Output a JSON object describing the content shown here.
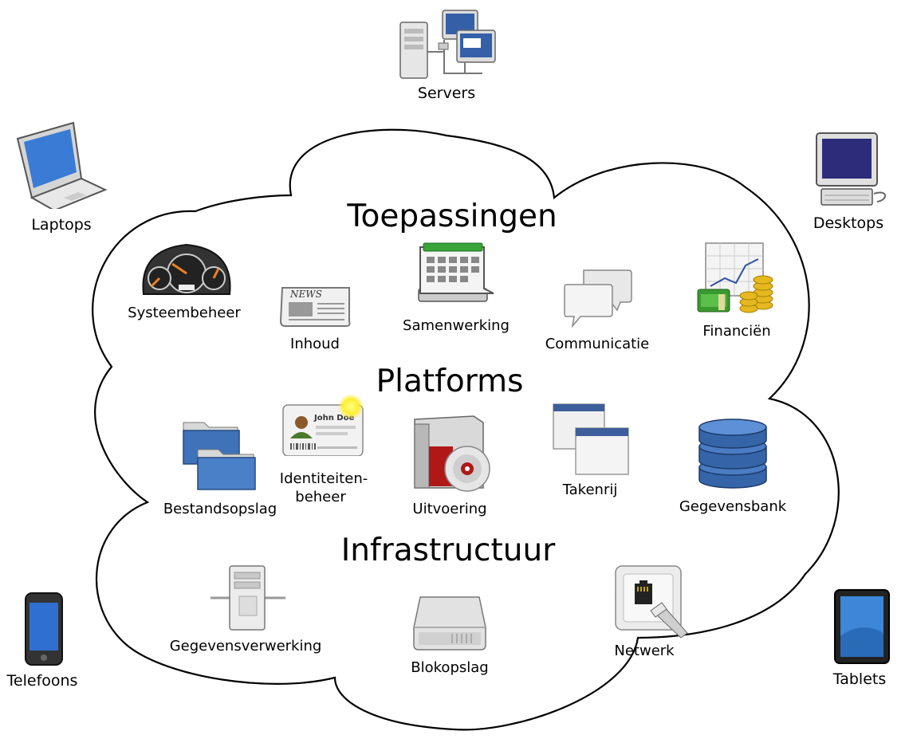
{
  "devices": {
    "servers": "Servers",
    "laptops": "Laptops",
    "desktops": "Desktops",
    "phones": "Telefoons",
    "tablets": "Tablets"
  },
  "layers": {
    "applications": {
      "title": "Toepassingen",
      "items": [
        "Systeembeheer",
        "Inhoud",
        "Samenwerking",
        "Communicatie",
        "Financiën"
      ]
    },
    "platforms": {
      "title": "Platforms",
      "items": [
        "Bestandsopslag",
        "Identiteiten-",
        "beheer",
        "Uitvoering",
        "Takenrij",
        "Gegevensbank"
      ]
    },
    "infrastructure": {
      "title": "Infrastructuur",
      "items": [
        "Gegevensverwerking",
        "Blokopslag",
        "Netwerk"
      ]
    }
  },
  "card": {
    "name": "John Doe"
  },
  "news": {
    "masthead": "NEWS"
  }
}
